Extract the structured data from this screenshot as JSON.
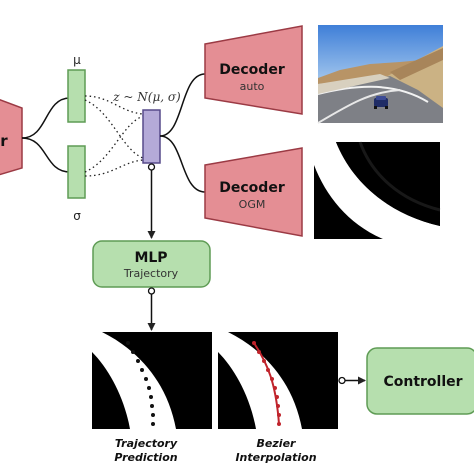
{
  "encoder": {
    "text": "r"
  },
  "latent": {
    "mu": "μ",
    "sigma": "σ",
    "z": "z ~ N(μ, σ)"
  },
  "decoder_auto": {
    "title": "Decoder",
    "subtitle": "auto"
  },
  "decoder_ogm": {
    "title": "Decoder",
    "subtitle": "OGM"
  },
  "mlp": {
    "title": "MLP",
    "subtitle": "Trajectory"
  },
  "controller": {
    "title": "Controller"
  },
  "captions": {
    "trajectory_prediction_line1": "Trajectory",
    "trajectory_prediction_line2": "Prediction",
    "bezier_line1": "Bezier",
    "bezier_line2": "Interpolation"
  },
  "colors": {
    "green_fill": "#b6dfae",
    "green_stroke": "#5f9c55",
    "red_fill": "#e48e94",
    "red_stroke": "#9b3a44",
    "purple_fill": "#b4aad8",
    "purple_stroke": "#574a8a",
    "bezier_red": "#c0242c"
  }
}
